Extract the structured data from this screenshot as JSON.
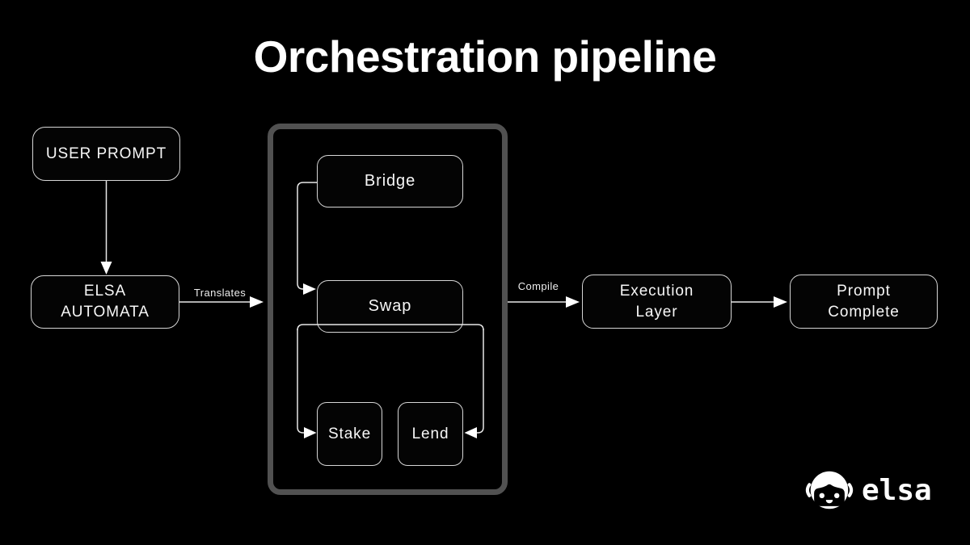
{
  "title": "Orchestration pipeline",
  "colors": {
    "background": "#000000",
    "node_border": "#d6d6d6",
    "group_container_border": "#515151",
    "wire": "#e8e8e8",
    "text": "#ffffff"
  },
  "nodes": {
    "user_prompt": {
      "label": "USER PROMPT"
    },
    "elsa_automata": {
      "label": "ELSA\nAUTOMATA"
    },
    "bridge": {
      "label": "Bridge"
    },
    "swap": {
      "label": "Swap"
    },
    "stake": {
      "label": "Stake"
    },
    "lend": {
      "label": "Lend"
    },
    "execution_layer": {
      "label": "Execution\nLayer"
    },
    "prompt_complete": {
      "label": "Prompt\nComplete"
    }
  },
  "edge_labels": {
    "translates": "Translates",
    "compile": "Compile"
  },
  "logo": {
    "wordmark": "elsa",
    "icon": "elsa-robot-icon"
  }
}
